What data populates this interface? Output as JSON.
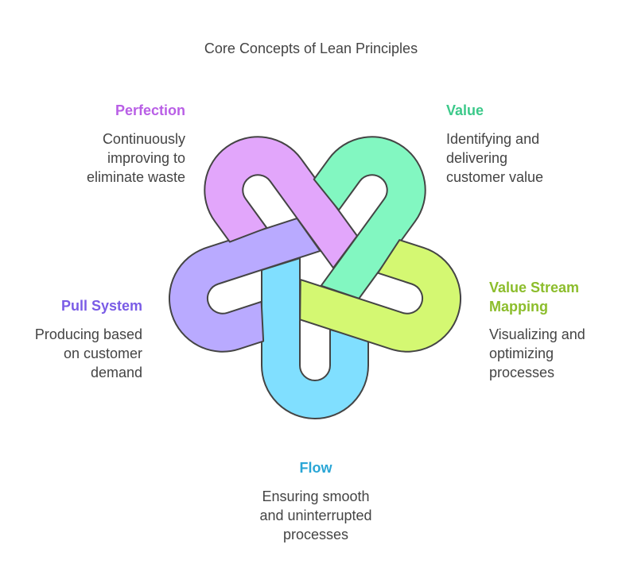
{
  "title": "Core Concepts of Lean Principles",
  "concepts": [
    {
      "name": "Perfection",
      "desc": [
        "Continuously",
        "improving to",
        "eliminate waste"
      ],
      "color": "#B95FE6",
      "fill": "#E2A6FB"
    },
    {
      "name": "Value",
      "desc": [
        "Identifying and",
        "delivering",
        "customer value"
      ],
      "color": "#3CC98A",
      "fill": "#82F7C1"
    },
    {
      "name": "Value Stream Mapping",
      "name_lines": [
        "Value Stream",
        "Mapping"
      ],
      "desc": [
        "Visualizing and",
        "optimizing",
        "processes"
      ],
      "color": "#8CBD2C",
      "fill": "#D4F872"
    },
    {
      "name": "Pull System",
      "desc": [
        "Producing based",
        "on customer",
        "demand"
      ],
      "color": "#7A5CE6",
      "fill": "#B9AAFF"
    },
    {
      "name": "Flow",
      "desc": [
        "Ensuring smooth",
        "and uninterrupted",
        "processes"
      ],
      "color": "#2AA6D6",
      "fill": "#80DFFF"
    }
  ]
}
